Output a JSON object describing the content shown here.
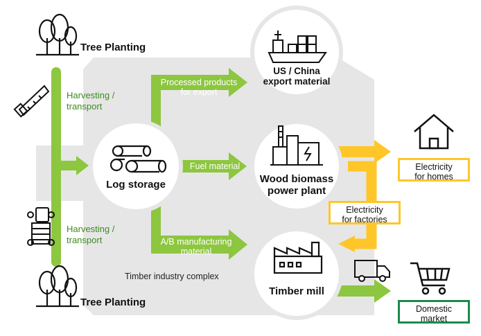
{
  "colors": {
    "green": "#8dc63f",
    "yellow": "#ffc629",
    "complex_bg": "#e6e6e6",
    "dark_green": "#1b8a4b",
    "label_green": "#3d8b1f"
  },
  "tree_planting_top": "Tree Planting",
  "tree_planting_bottom": "Tree Planting",
  "harvest_top": [
    "Harvesting /",
    "transport"
  ],
  "harvest_bottom": [
    "Harvesting /",
    "transport"
  ],
  "log_storage": "Log storage",
  "processed_products": [
    "Processed products",
    "for export"
  ],
  "fuel_material": "Fuel material",
  "ab_material": [
    "A/B manufacturing",
    "material"
  ],
  "export_material": [
    "US / China",
    "export material"
  ],
  "biomass_plant": [
    "Wood biomass",
    "power plant"
  ],
  "timber_mill": "Timber mill",
  "complex_label": "Timber industry complex",
  "electricity_homes": [
    "Electricity",
    "for homes"
  ],
  "electricity_factories": [
    "Electricity",
    "for factories"
  ],
  "domestic_market": [
    "Domestic",
    "market"
  ],
  "icons": {
    "tree_top": "trees-icon",
    "tree_bottom": "trees-icon",
    "saw": "saw-icon",
    "log_truck": "log-truck-icon",
    "logs": "logs-icon",
    "ship": "cargo-ship-icon",
    "plant": "power-plant-icon",
    "factory": "factory-icon",
    "house": "house-icon",
    "delivery_truck": "delivery-truck-icon",
    "cart": "shopping-cart-icon"
  }
}
